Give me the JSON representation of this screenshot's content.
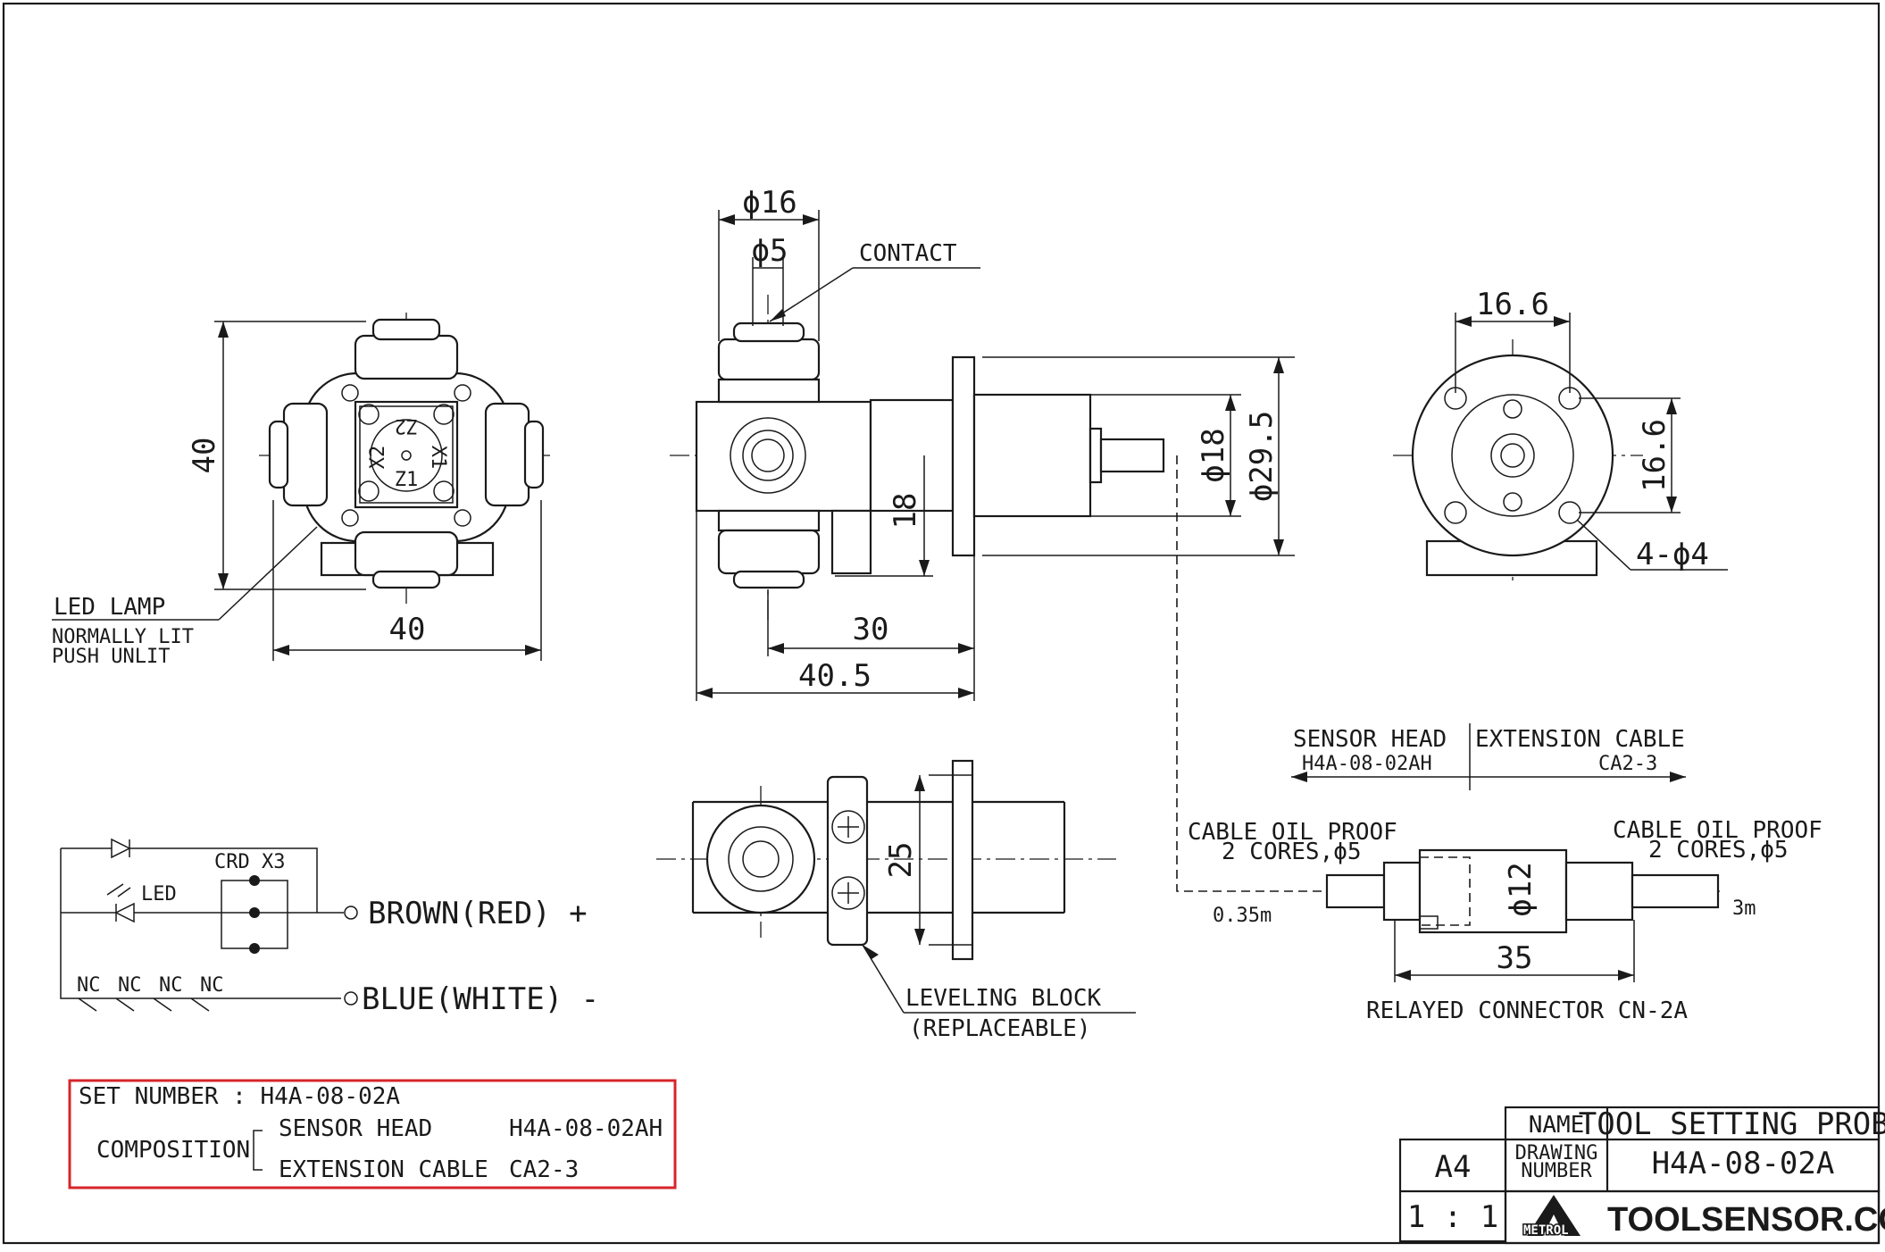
{
  "drawing": {
    "views": {
      "front": {
        "dim_height": "40",
        "dim_width": "40",
        "led_lamp_label": "LED LAMP",
        "led_note_1": "NORMALLY LIT",
        "led_note_2": "PUSH UNLIT",
        "axis_x1": "X1",
        "axis_x2": "X2",
        "axis_z1": "Z1",
        "axis_z2": "Z2"
      },
      "side": {
        "dim_phi16": "ϕ16",
        "dim_phi5": "ϕ5",
        "contact_label": "CONTACT",
        "dim_18": "18",
        "dim_phi18": "ϕ18",
        "dim_phi29_5": "ϕ29.5",
        "dim_30": "30",
        "dim_40_5": "40.5"
      },
      "end": {
        "dim_16_6_h": "16.6",
        "dim_16_6_v": "16.6",
        "holes_label": "4-ϕ4"
      },
      "top": {
        "dim_25": "25",
        "leveling_label": "LEVELING BLOCK",
        "leveling_note": "(REPLACEABLE)"
      }
    },
    "cable": {
      "sensor_head_label": "SENSOR HEAD",
      "sensor_head_number": "H4A-08-02AH",
      "extension_cable_label": "EXTENSION CABLE",
      "extension_cable_number": "CA2-3",
      "left_cable_spec_1": "CABLE OIL PROOF",
      "left_cable_spec_2": "2 CORES,ϕ5",
      "right_cable_spec_1": "CABLE OIL PROOF",
      "right_cable_spec_2": "2 CORES,ϕ5",
      "left_length": "0.35m",
      "right_length": "3m",
      "dim_phi12": "ϕ12",
      "dim_35": "35",
      "connector_label": "RELAYED CONNECTOR  CN-2A"
    },
    "circuit": {
      "crd_label": "CRD X3",
      "led_label": "LED",
      "brown_wire": "BROWN(RED) +",
      "blue_wire": "BLUE(WHITE) -",
      "nc_labels": [
        "NC",
        "NC",
        "NC",
        "NC"
      ]
    },
    "set_box": {
      "set_number_label": "SET NUMBER : H4A-08-02A",
      "composition_label": "COMPOSITION",
      "items": [
        {
          "name": "SENSOR HEAD",
          "code": "H4A-08-02AH"
        },
        {
          "name": "EXTENSION CABLE",
          "code": "CA2-3"
        }
      ]
    },
    "title_block": {
      "size": "A4",
      "scale": "1 : 1",
      "name_label": "NAME",
      "name_value": "TOOL SETTING PROBE",
      "drawing_number_label_1": "DRAWING",
      "drawing_number_label_2": "NUMBER",
      "drawing_number_value": "H4A-08-02A",
      "logo_text": "METROL",
      "site_text": "TOOLSENSOR.COM"
    },
    "colors": {
      "ink": "#1a1a1a",
      "set_box_border": "#d6262b",
      "paper": "#ffffff"
    }
  }
}
